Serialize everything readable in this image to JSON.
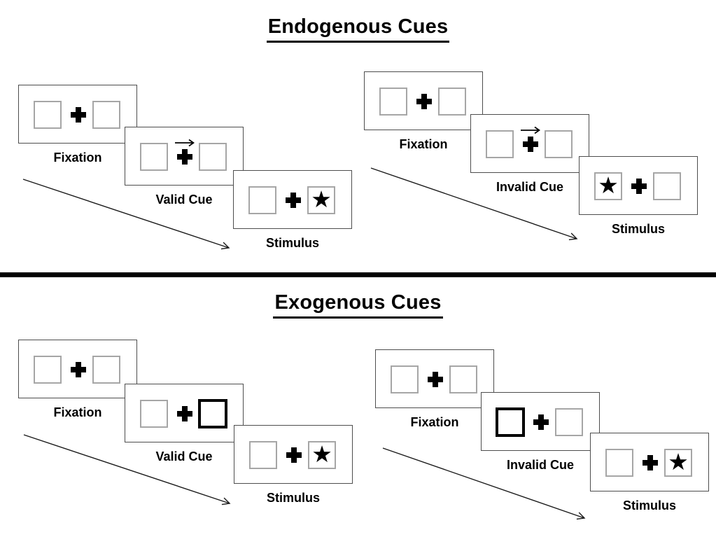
{
  "page": {
    "background": "#ffffff",
    "colors": {
      "ink": "#000000",
      "panel_border": "#4d4d4d",
      "placeholder_box_border": "#a6a6a6",
      "cue_highlight_border": "#000000"
    }
  },
  "glyphs": {
    "star": "★"
  },
  "sections": [
    {
      "title": "Endogenous Cues",
      "sequences": [
        {
          "name": "endogenous-valid",
          "steps": [
            {
              "label": "Fixation",
              "left_box": "empty",
              "right_box": "empty",
              "arrow_cue": false
            },
            {
              "label": "Valid Cue",
              "left_box": "empty",
              "right_box": "empty",
              "arrow_cue": true
            },
            {
              "label": "Stimulus",
              "left_box": "empty",
              "right_box": "star",
              "arrow_cue": false
            }
          ]
        },
        {
          "name": "endogenous-invalid",
          "steps": [
            {
              "label": "Fixation",
              "left_box": "empty",
              "right_box": "empty",
              "arrow_cue": false
            },
            {
              "label": "Invalid Cue",
              "left_box": "empty",
              "right_box": "empty",
              "arrow_cue": true
            },
            {
              "label": "Stimulus",
              "left_box": "star",
              "right_box": "empty",
              "arrow_cue": false
            }
          ]
        }
      ]
    },
    {
      "title": "Exogenous Cues",
      "sequences": [
        {
          "name": "exogenous-valid",
          "steps": [
            {
              "label": "Fixation",
              "left_box": "empty",
              "right_box": "empty",
              "arrow_cue": false
            },
            {
              "label": "Valid Cue",
              "left_box": "empty",
              "right_box": "highlighted",
              "arrow_cue": false
            },
            {
              "label": "Stimulus",
              "left_box": "empty",
              "right_box": "star",
              "arrow_cue": false
            }
          ]
        },
        {
          "name": "exogenous-invalid",
          "steps": [
            {
              "label": "Fixation",
              "left_box": "empty",
              "right_box": "empty",
              "arrow_cue": false
            },
            {
              "label": "Invalid Cue",
              "left_box": "highlighted",
              "right_box": "empty",
              "arrow_cue": false
            },
            {
              "label": "Stimulus",
              "left_box": "empty",
              "right_box": "star",
              "arrow_cue": false
            }
          ]
        }
      ]
    }
  ]
}
